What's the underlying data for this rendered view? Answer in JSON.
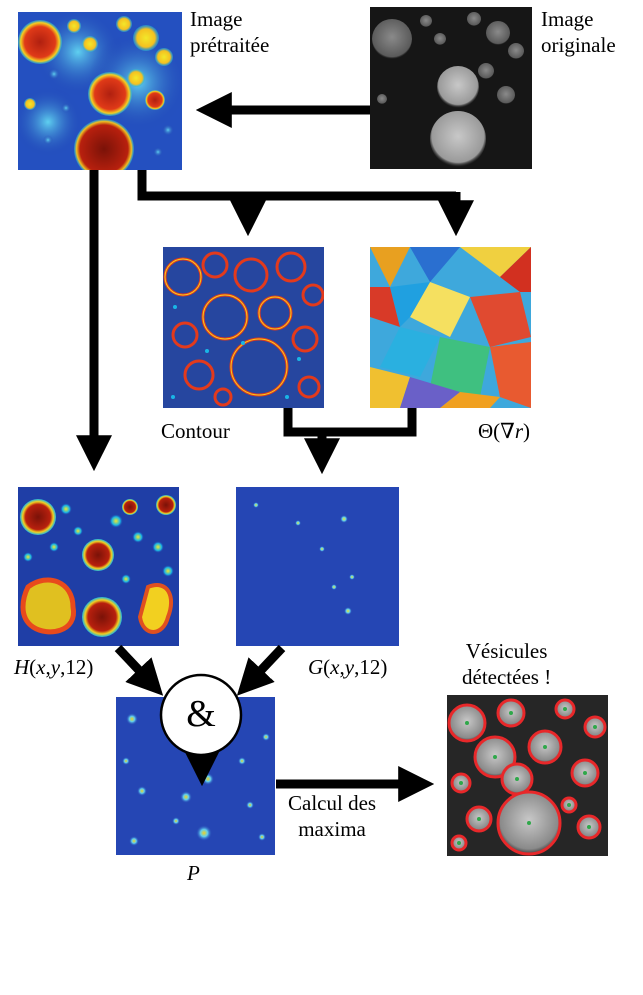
{
  "labels": {
    "preprocessed_line1": "Image",
    "preprocessed_line2": "prétraitée",
    "original_line1": "Image",
    "original_line2": "originale",
    "contour": "Contour",
    "theta_prefix": "Θ(∇",
    "theta_var": "r",
    "theta_suffix": ")",
    "h_func": "H",
    "h_open": "(",
    "h_x": "x",
    "h_comma1": ",",
    "h_y": "y",
    "h_rest": ",12)",
    "g_func": "G",
    "g_open": "(",
    "g_x": "x",
    "g_comma1": ",",
    "g_y": "y",
    "g_rest": ",12)",
    "and_operator": "&",
    "p": "P",
    "maxima_line1": "Calcul des",
    "maxima_line2": "maxima",
    "detected_line1": "Vésicules",
    "detected_line2": "détectées !"
  },
  "colors": {
    "jet_background": "#1e3fae",
    "jet_cyan": "#19b6e6",
    "jet_yellow": "#f2e82a",
    "jet_red": "#d42a16",
    "jet_darkred": "#8a1a0e",
    "gray_background": "#1a1a1a",
    "detection_circle": "#e8282a",
    "detection_center": "#2fa84a",
    "arrow": "#000000"
  },
  "icons": {
    "and_node": "ampersand-circle",
    "arrows": "thick-black-arrows"
  }
}
